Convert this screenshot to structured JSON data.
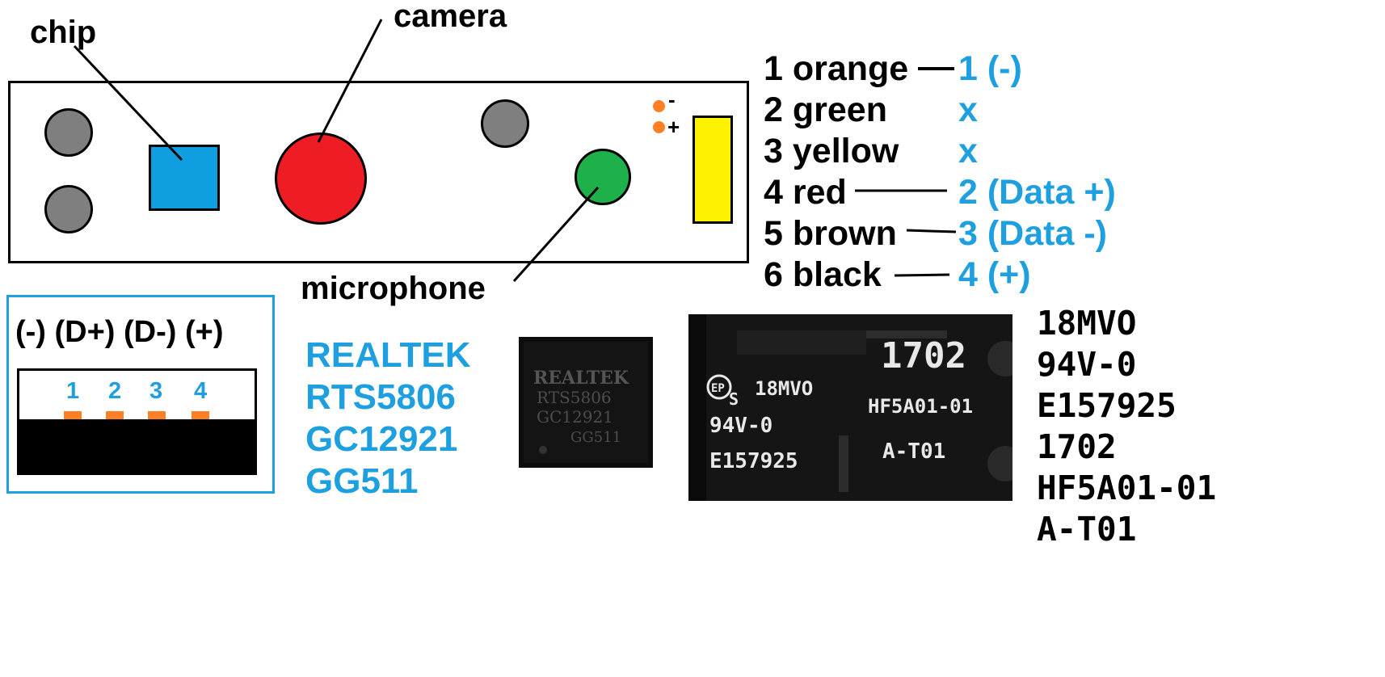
{
  "labels": {
    "chip": "chip",
    "camera": "camera",
    "microphone": "microphone",
    "minus_sign": "-",
    "plus_sign": "+"
  },
  "wires": [
    {
      "name": "1 orange",
      "maps_to": "1 (-)"
    },
    {
      "name": "2 green",
      "maps_to": "x"
    },
    {
      "name": "3 yellow",
      "maps_to": "x"
    },
    {
      "name": "4 red",
      "maps_to": "2 (Data +)"
    },
    {
      "name": "5 brown",
      "maps_to": "3 (Data -)"
    },
    {
      "name": "6 black",
      "maps_to": "4 (+)"
    }
  ],
  "usb": {
    "header": "(-) (D+) (D-) (+)",
    "pins": [
      "1",
      "2",
      "3",
      "4"
    ]
  },
  "chip_info": [
    "REALTEK",
    "RTS5806",
    "GC12921",
    "GG511"
  ],
  "chip_photo_text": [
    "REALTEK",
    "RTS5806",
    "GC12921",
    "GG511"
  ],
  "board_photo_text": {
    "left": [
      "18MVO",
      "94V-0",
      "E157925"
    ],
    "right": [
      "1702",
      "HF5A01-01",
      "A-T01"
    ],
    "logo": "EP",
    "logo_sub": "S"
  },
  "board_markings": [
    "18MVO",
    "94V-0",
    "E157925",
    "1702",
    "HF5A01-01",
    "A-T01"
  ],
  "colors": {
    "chip": "#0f9ee0",
    "camera": "#ee1c24",
    "microphone": "#1eb04b",
    "connector": "#fff200",
    "hole": "#7f7f7f",
    "pad": "#ff7f27",
    "accent": "#1ea0e0"
  }
}
